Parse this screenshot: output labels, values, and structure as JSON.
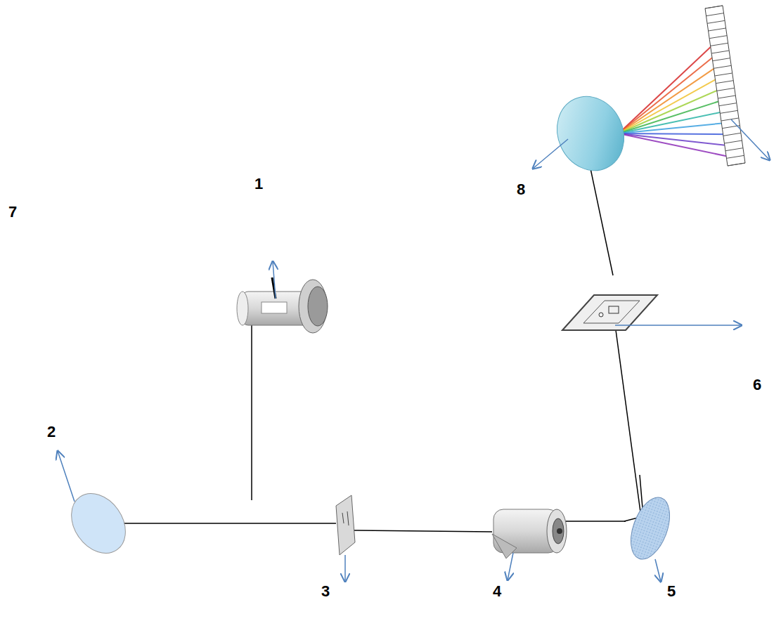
{
  "diagram": {
    "labels": [
      "1",
      "8",
      "7",
      "6",
      "2",
      "3",
      "4",
      "5"
    ]
  }
}
